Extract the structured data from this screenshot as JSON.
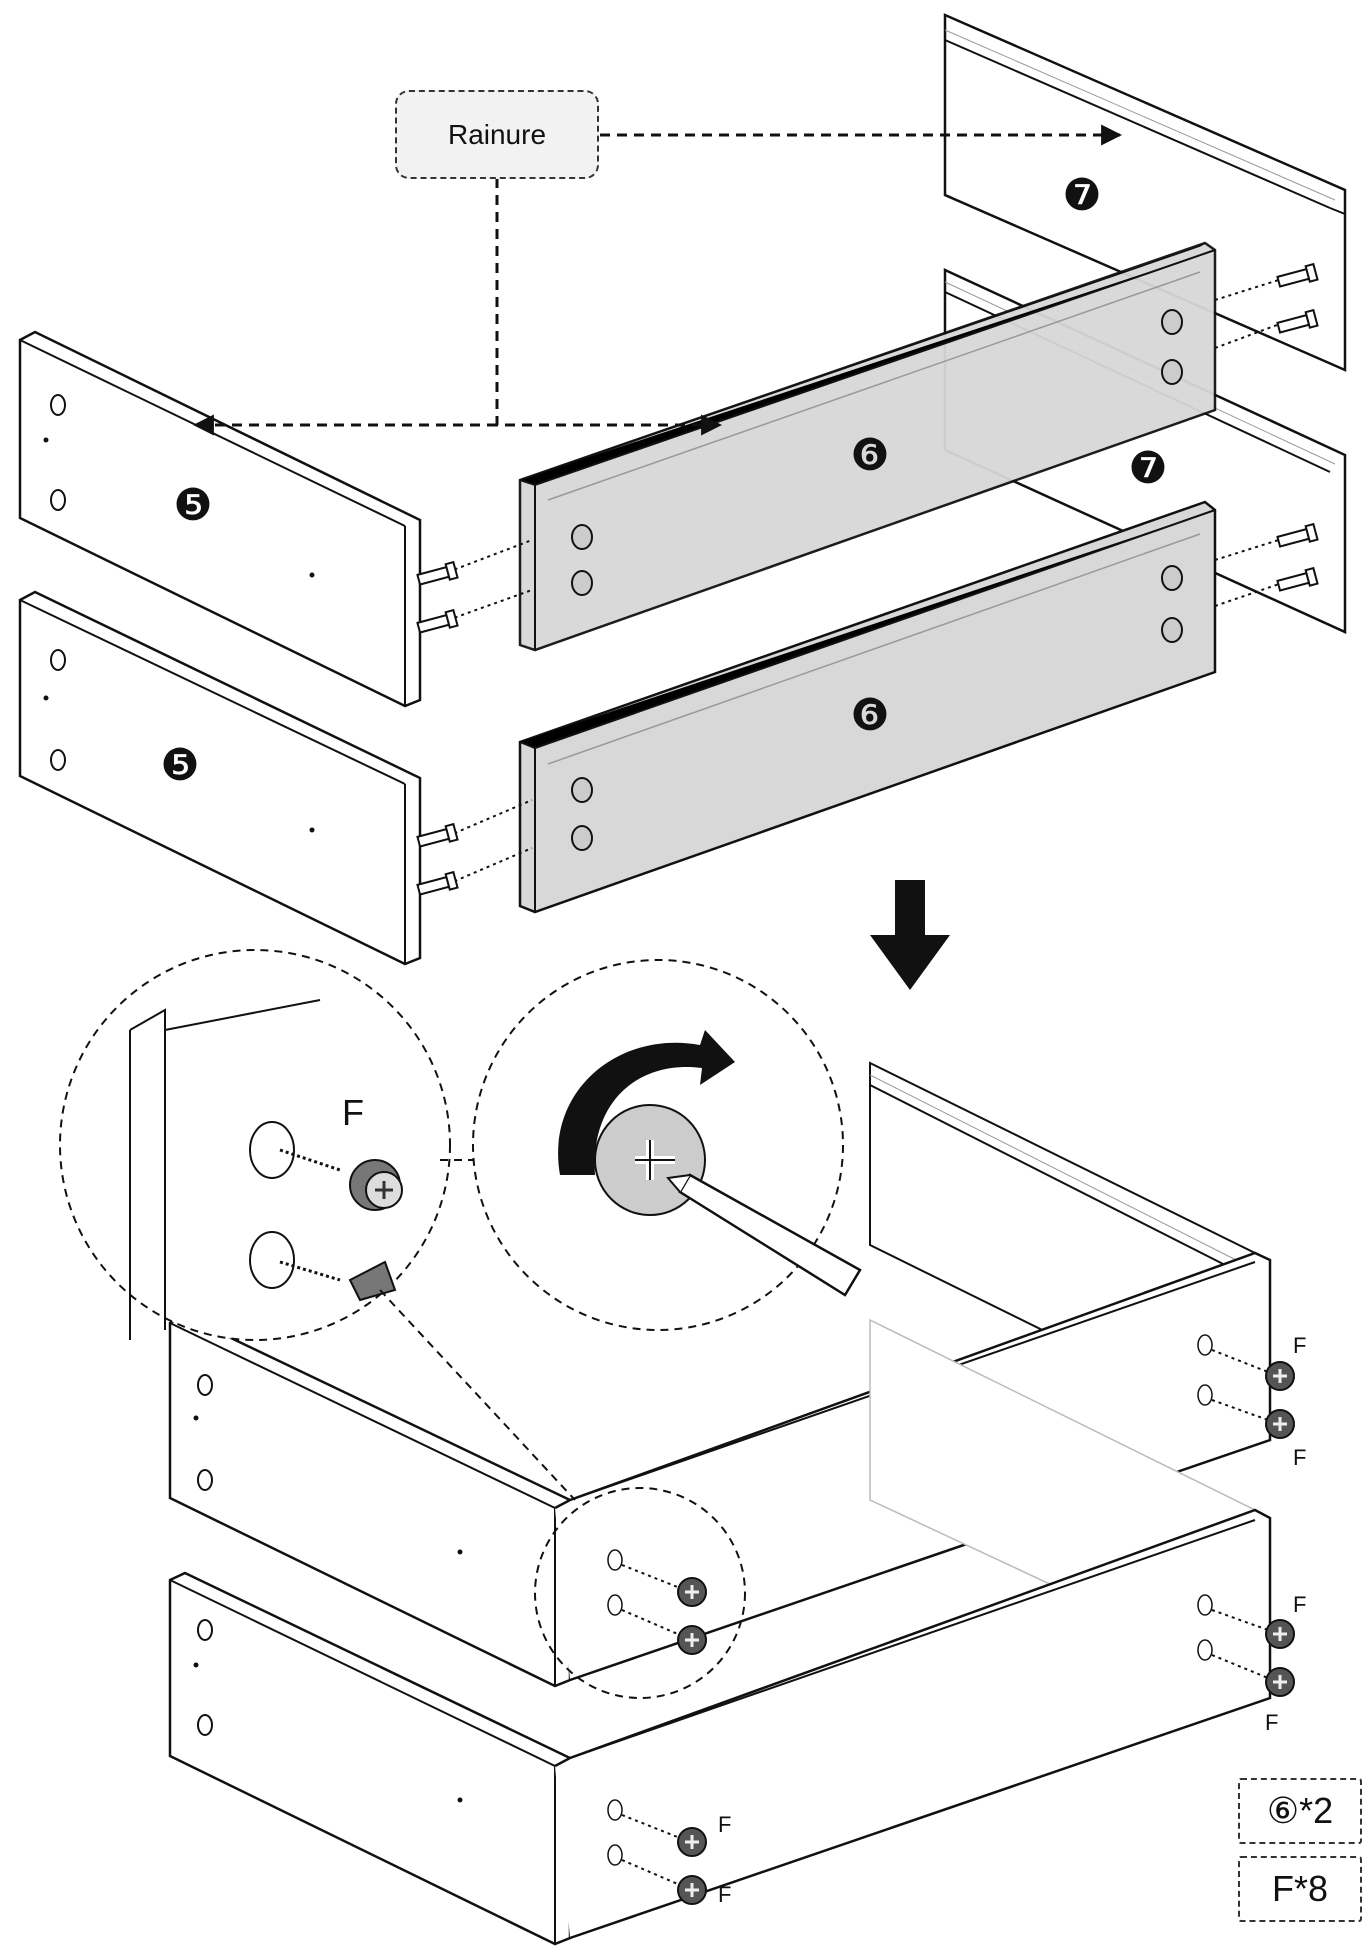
{
  "callout": {
    "rainure_label": "Rainure"
  },
  "parts": {
    "p5": "❺",
    "p6": "❻",
    "p7": "❼"
  },
  "fastener_label": "F",
  "summary": {
    "panel_count": "⑥*2",
    "fastener_count": "F*8"
  }
}
